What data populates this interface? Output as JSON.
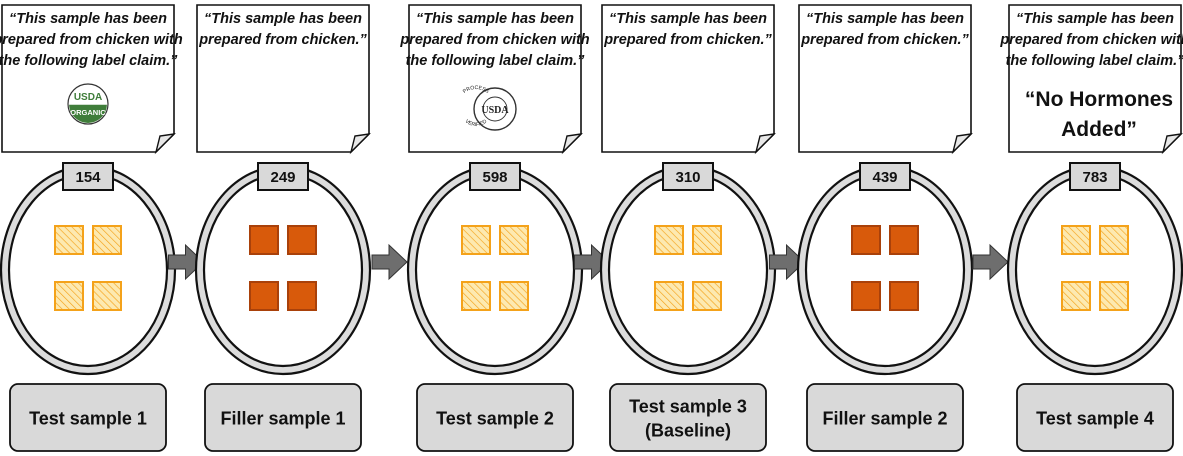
{
  "steps": [
    {
      "kind": "test",
      "note_lines": [
        "“This sample has been",
        "prepared from chicken with",
        "the following label claim.”"
      ],
      "label_badge": {
        "type": "usda-organic",
        "top": "USDA",
        "bottom": "ORGANIC"
      },
      "code": "154",
      "name_lines": [
        "Test sample 1"
      ]
    },
    {
      "kind": "filler",
      "note_lines": [
        "“This sample has been",
        "prepared from chicken.”"
      ],
      "code": "249",
      "name_lines": [
        "Filler sample 1"
      ]
    },
    {
      "kind": "test",
      "note_lines": [
        "“This sample has been",
        "prepared from chicken with",
        "the following label claim.”"
      ],
      "label_badge": {
        "type": "usda-process-verified",
        "arc_top": "PROCESS",
        "center": "USDA",
        "arc_bottom": "VERIFIED"
      },
      "code": "598",
      "name_lines": [
        "Test sample 2"
      ]
    },
    {
      "kind": "test",
      "note_lines": [
        "“This sample has been",
        "prepared from chicken.”"
      ],
      "code": "310",
      "name_lines": [
        "Test sample 3",
        "(Baseline)"
      ]
    },
    {
      "kind": "filler",
      "note_lines": [
        "“This sample has been",
        "prepared from chicken.”"
      ],
      "code": "439",
      "name_lines": [
        "Filler sample 2"
      ]
    },
    {
      "kind": "test",
      "note_lines": [
        "“This sample has been",
        "prepared from chicken with",
        "the following label claim.”"
      ],
      "claim_lines": [
        "“No Hormones",
        "Added”"
      ],
      "code": "783",
      "name_lines": [
        "Test sample 4"
      ]
    }
  ],
  "colors": {
    "hatched_fill": "#fde9b0",
    "hatched_stroke": "#f4a21a",
    "solid_fill": "#d85a0b",
    "solid_stroke": "#a9410a",
    "arrow": "#6e6e6e",
    "plate_ring": "#dcdcdc",
    "label_box": "#d9d9d9",
    "organic_green": "#3f7d3a"
  }
}
